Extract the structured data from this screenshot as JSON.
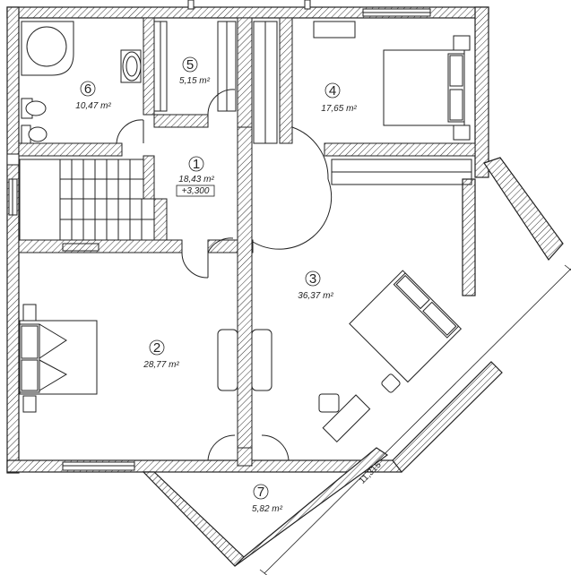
{
  "rooms": [
    {
      "num": "1",
      "area": "18,43 m²",
      "level": "+3,300"
    },
    {
      "num": "2",
      "area": "28,77 m²"
    },
    {
      "num": "3",
      "area": "36,37 m²"
    },
    {
      "num": "4",
      "area": "17,65 m²"
    },
    {
      "num": "5",
      "area": "5,15 m²"
    },
    {
      "num": "6",
      "area": "10,47 m²"
    },
    {
      "num": "7",
      "area": "5,82 m²"
    }
  ],
  "dimension": "11,315"
}
